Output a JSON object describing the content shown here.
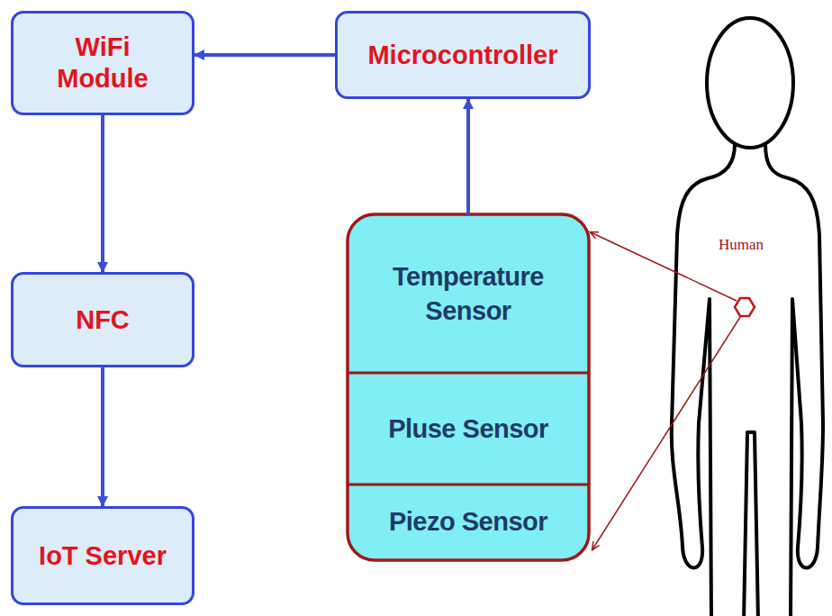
{
  "diagram": {
    "nodes": [
      {
        "text": [
          "WiFi Module"
        ]
      },
      {
        "text": [
          "Microcontroller"
        ]
      },
      {
        "text": [
          "NFC"
        ]
      },
      {
        "text": [
          "IoT Server"
        ]
      },
      {
        "text": [
          "Temperature Sensor"
        ]
      },
      {
        "text": [
          "Pluse Sensor"
        ]
      },
      {
        "text": [
          "Piezo Sensor"
        ]
      }
    ],
    "edges": [
      {
        "from": 1,
        "to": 0,
        "arrow": "to"
      },
      {
        "from": 0,
        "to": 2,
        "arrow": "to"
      },
      {
        "from": 2,
        "to": 3,
        "arrow": "to"
      },
      {
        "from": 4,
        "to": 1,
        "arrow": "to"
      }
    ],
    "labels": [
      "Human"
    ]
  }
}
